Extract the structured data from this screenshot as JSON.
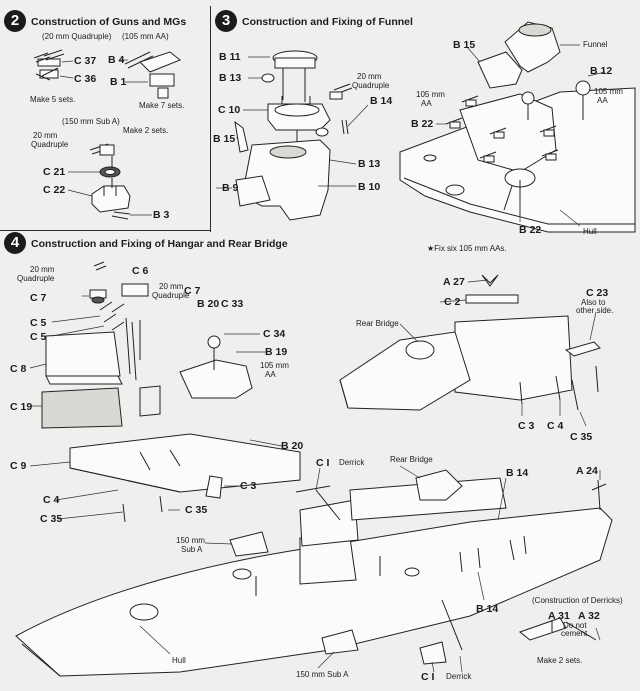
{
  "step2": {
    "num": "2",
    "title": "Construction of Guns and MGs",
    "sub_left": "(20 mm Quadruple)",
    "sub_right": "(105 mm AA)",
    "c37": "C 37",
    "c36": "C 36",
    "b4": "B 4",
    "b1": "B 1",
    "make5": "Make 5 sets.",
    "make7": "Make 7 sets.",
    "sub_a": "(150 mm Sub A)",
    "quad": "20 mm",
    "quad2": "Quadruple",
    "make2": "Make 2 sets.",
    "c21": "C 21",
    "c22": "C 22",
    "b3": "B 3"
  },
  "step3": {
    "num": "3",
    "title": "Construction and Fixing of Funnel",
    "b11": "B 11",
    "b13a": "B 13",
    "c10": "C 10",
    "b15a": "B 15",
    "b9": "B 9",
    "quad": "20 mm",
    "quad2": "Quadruple",
    "b14": "B 14",
    "b13b": "B 13",
    "b10": "B 10",
    "b15b": "B 15",
    "funnel": "Funnel",
    "b12": "B 12",
    "aa_l1": "105 mm",
    "aa_l2": "AA",
    "aa_r1": "105 mm",
    "aa_r2": "AA",
    "b22a": "B 22",
    "b22b": "B 22",
    "hull": "Hull",
    "note": "★Fix six 105 mm AAs."
  },
  "step4": {
    "num": "4",
    "title": "Construction and Fixing of Hangar and Rear Bridge",
    "q1": "20 mm",
    "q2": "Quadruple",
    "c6": "C 6",
    "c7a": "C 7",
    "q3": "20 mm",
    "q4": "Quadruple",
    "c7b": "C 7",
    "b20a": "B 20",
    "c33": "C 33",
    "c5a": "C 5",
    "c5b": "C 5",
    "c34": "C 34",
    "b19": "B 19",
    "aa1": "105 mm",
    "aa2": "AA",
    "c8": "C 8",
    "c19": "C 19",
    "b20b": "B 20",
    "c9": "C 9",
    "c3a": "C 3",
    "c4a": "C 4",
    "c35a": "C 35",
    "c35b": "C 35",
    "a27": "A 27",
    "c2": "C 2",
    "c23": "C 23",
    "also1": "Also to",
    "also2": "other side.",
    "rear_bridge_a": "Rear Bridge",
    "c3b": "C 3",
    "c4b": "C 4",
    "c35c": "C 35",
    "c1a": "C I",
    "derrick": "Derrick",
    "rear_bridge_b": "Rear Bridge",
    "b14a": "B 14",
    "a24": "A 24",
    "sub1": "150 mm",
    "sub2": "Sub A",
    "b14b": "B 14",
    "hull": "Hull",
    "sub3": "150 mm Sub A",
    "c1b": "C I",
    "derrick2": "Derrick",
    "cod": "(Construction of Derricks)",
    "a31": "A 31",
    "a32": "A 32",
    "donot1": "Do not",
    "donot2": "cement.",
    "make2": "Make 2 sets."
  }
}
